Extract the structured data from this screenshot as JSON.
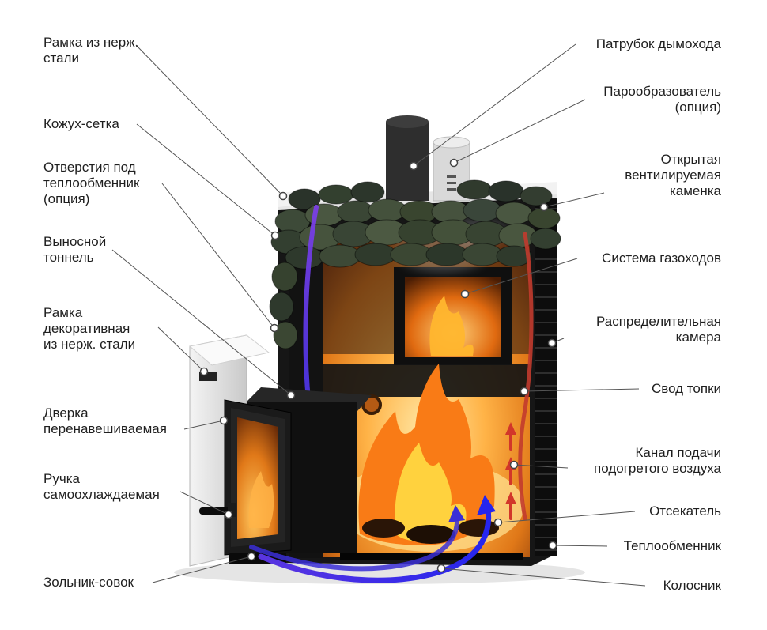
{
  "page": {
    "background": "#ffffff"
  },
  "callouts": {
    "left": [
      {
        "id": "frame-stainless",
        "text": "Рамка из нерж.\nстали"
      },
      {
        "id": "mesh-casing",
        "text": "Кожух-сетка"
      },
      {
        "id": "heat-exchanger-holes",
        "text": "Отверстия под\nтеплообменник\n(опция)"
      },
      {
        "id": "remote-tunnel",
        "text": "Выносной\nтоннель"
      },
      {
        "id": "decorative-frame",
        "text": "Рамка\nдекоративная\nиз нерж. стали"
      },
      {
        "id": "door-reversible",
        "text": "Дверка\nперенавешиваемая"
      },
      {
        "id": "self-cooling-handle",
        "text": "Ручка\nсамоохлаждаемая"
      },
      {
        "id": "ash-pan-scoop",
        "text": "Зольник-совок"
      }
    ],
    "right": [
      {
        "id": "chimney-pipe",
        "text": "Патрубок дымохода"
      },
      {
        "id": "steam-generator",
        "text": "Парообразователь\n(опция)"
      },
      {
        "id": "open-heater",
        "text": "Открытая\nвентилируемая\nкаменка"
      },
      {
        "id": "gas-duct-system",
        "text": "Система газоходов"
      },
      {
        "id": "distribution-chamber",
        "text": "Распределительная\nкамера"
      },
      {
        "id": "firebox-arch",
        "text": "Свод топки"
      },
      {
        "id": "heated-air-channel",
        "text": "Канал подачи\nподогретого воздуха"
      },
      {
        "id": "cutoff",
        "text": "Отсекатель"
      },
      {
        "id": "heat-exchanger",
        "text": "Теплообменник"
      },
      {
        "id": "grate",
        "text": "Колосник"
      }
    ]
  },
  "colors": {
    "label_text": "#1f1f1f",
    "leader_line": "#555555",
    "fire_accent": "#ff9a1e",
    "stone_green": "#46523e",
    "flow_blue": "#2f2fe0",
    "flow_purple": "#7b3fe4",
    "flow_red": "#c23b2e"
  }
}
